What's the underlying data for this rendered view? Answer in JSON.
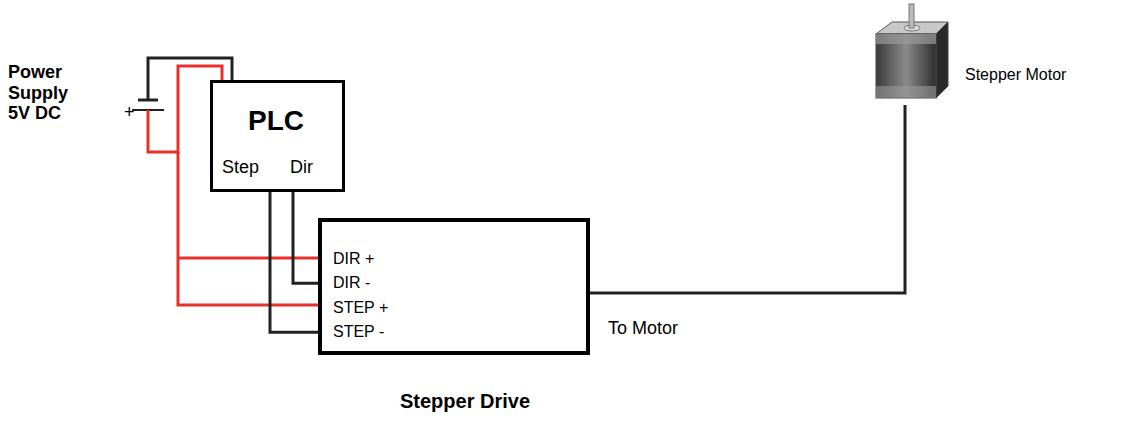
{
  "diagram": {
    "nodes": [
      {
        "text": [
          "PLC",
          "Step",
          "Dir"
        ]
      },
      {
        "text": [
          "DIR +",
          "DIR -",
          "STEP +",
          "STEP -",
          "Stepper Drive"
        ]
      },
      {
        "text": [
          "Stepper Motor"
        ]
      }
    ],
    "edges": [
      {
        "from": 0,
        "to": 1,
        "arrow": "none"
      },
      {
        "from": 0,
        "to": 1,
        "arrow": "none"
      },
      {
        "from": 1,
        "to": 2,
        "arrow": "none"
      }
    ],
    "labels": [
      "Power Supply 5V DC",
      "+",
      "To Motor"
    ]
  }
}
